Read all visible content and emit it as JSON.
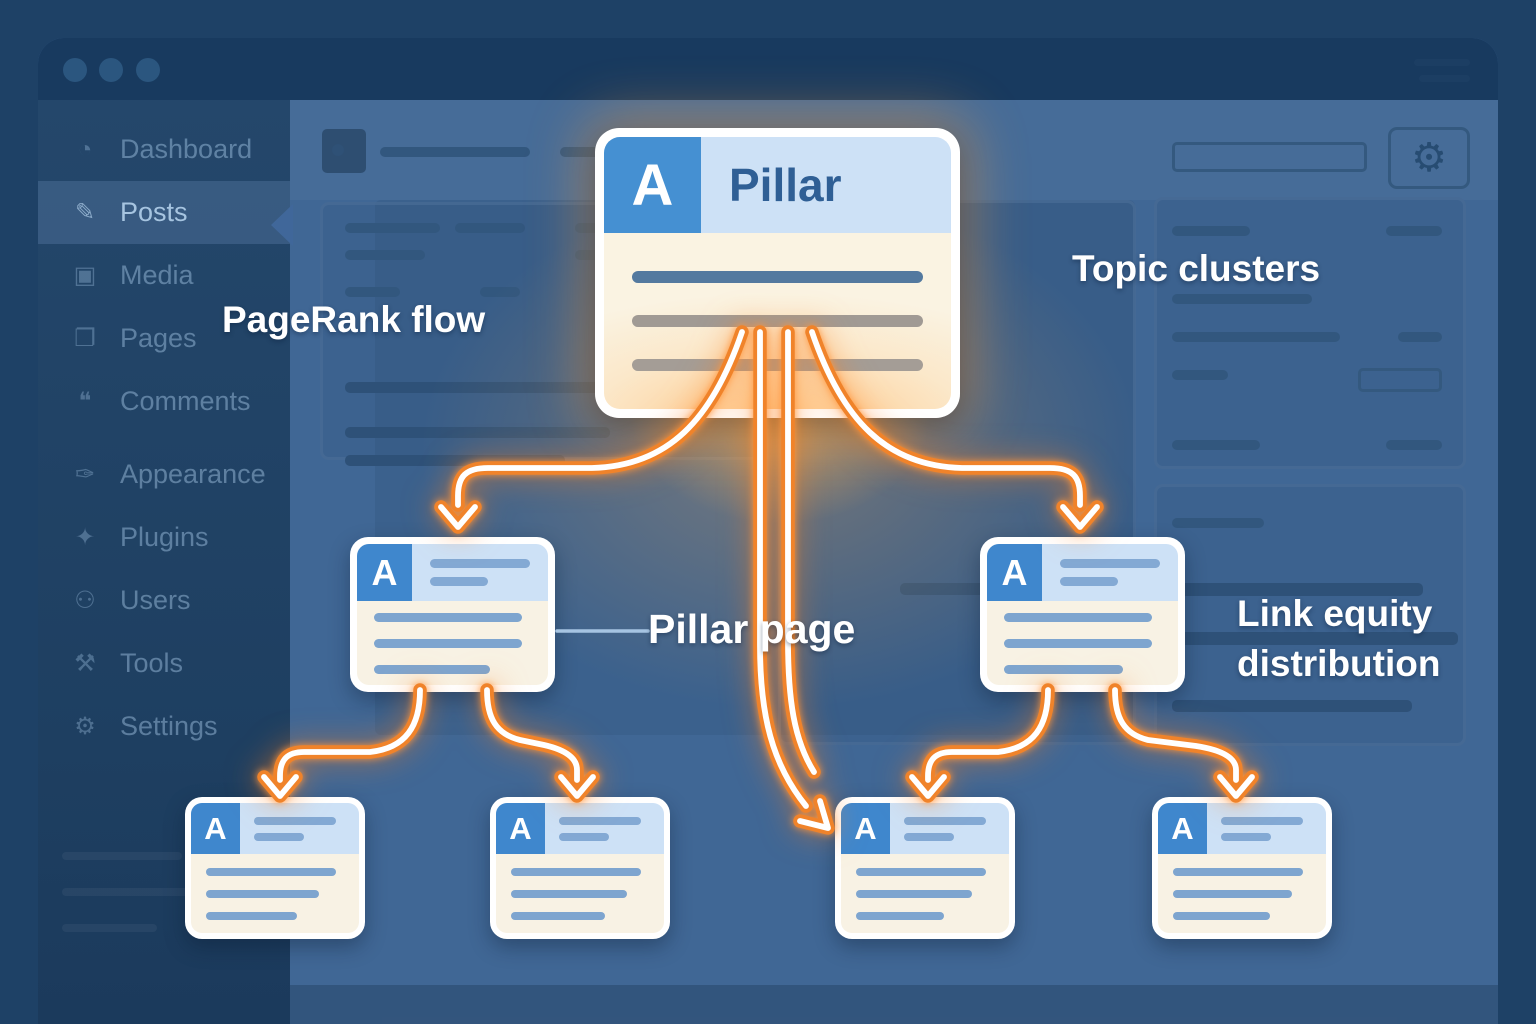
{
  "titlebar": {
    "window_dots": 3,
    "menu_icon": "hamburger"
  },
  "sidebar": {
    "active_item": "Posts",
    "items": [
      {
        "label": "Dashboard",
        "icon": "dashboard-icon",
        "glyph": "◔"
      },
      {
        "label": "Posts",
        "icon": "pushpin-icon",
        "glyph": "✎"
      },
      {
        "label": "Media",
        "icon": "media-icon",
        "glyph": "▣"
      },
      {
        "label": "Pages",
        "icon": "pages-icon",
        "glyph": "❐"
      },
      {
        "label": "Comments",
        "icon": "comment-icon",
        "glyph": "❝"
      },
      {
        "label": "Appearance",
        "icon": "brush-icon",
        "glyph": "✑"
      },
      {
        "label": "Plugins",
        "icon": "plugin-icon",
        "glyph": "✦"
      },
      {
        "label": "Users",
        "icon": "user-icon",
        "glyph": "⚇"
      },
      {
        "label": "Tools",
        "icon": "wrench-icon",
        "glyph": "⚒"
      },
      {
        "label": "Settings",
        "icon": "settings-icon",
        "glyph": "⚙"
      }
    ]
  },
  "toolbar": {
    "gear_glyph": "⚙"
  },
  "diagram": {
    "pillar_badge": "A",
    "pillar_title": "Pillar",
    "cluster_badge": "A",
    "labels": {
      "pagerank_flow": "PageRank flow",
      "topic_clusters": "Topic clusters",
      "pillar_page": "Pillar page",
      "link_equity_line1": "Link equity",
      "link_equity_line2": "distribution"
    }
  },
  "colors": {
    "accent_orange": "#f0832a",
    "flow_core": "#ffffff",
    "badge_blue": "#3f87cd",
    "card_header_blue": "#cde1f6",
    "card_body_cream": "#f8f2e4",
    "content_bg": "#406795",
    "sidebar_bg": "#224566",
    "titlebar_bg": "#183a5f",
    "outer_bg": "#1e4166",
    "label_text": "#ffffff"
  }
}
